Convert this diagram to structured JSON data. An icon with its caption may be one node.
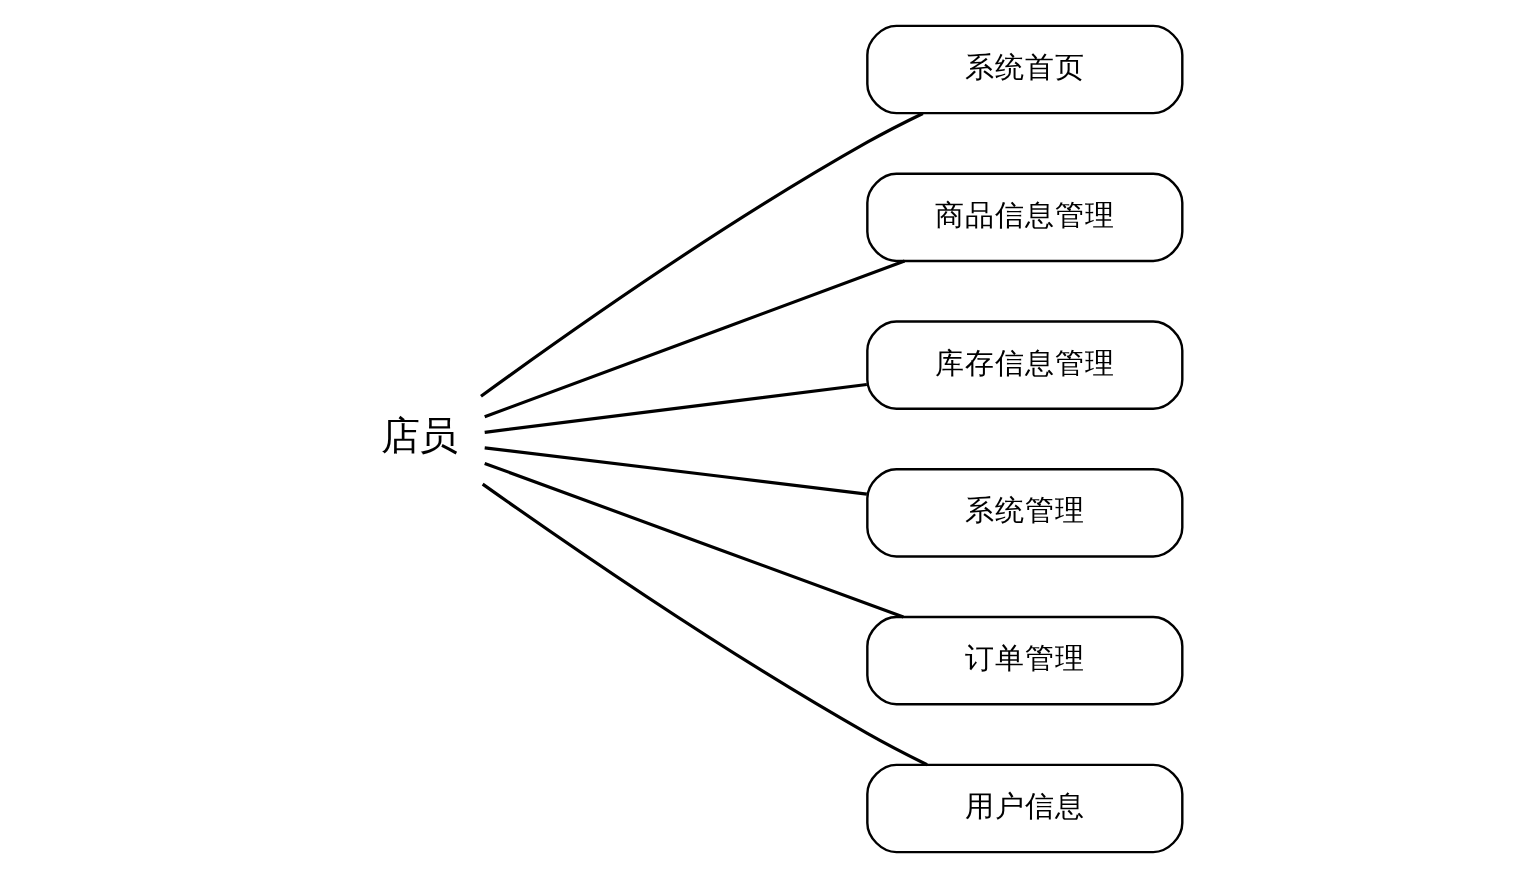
{
  "diagram": {
    "nodes": [
      {
        "text": [
          "店员"
        ]
      },
      {
        "text": [
          "系统首页"
        ]
      },
      {
        "text": [
          "商品信息管理"
        ]
      },
      {
        "text": [
          "库存信息管理"
        ]
      },
      {
        "text": [
          "系统管理"
        ]
      },
      {
        "text": [
          "订单管理"
        ]
      },
      {
        "text": [
          "用户信息"
        ]
      }
    ],
    "edges": [
      {
        "from": 0,
        "to": 1,
        "arrow": "none"
      },
      {
        "from": 0,
        "to": 2,
        "arrow": "none"
      },
      {
        "from": 0,
        "to": 3,
        "arrow": "none"
      },
      {
        "from": 0,
        "to": 4,
        "arrow": "none"
      },
      {
        "from": 0,
        "to": 5,
        "arrow": "none"
      },
      {
        "from": 0,
        "to": 6,
        "arrow": "none"
      }
    ]
  }
}
